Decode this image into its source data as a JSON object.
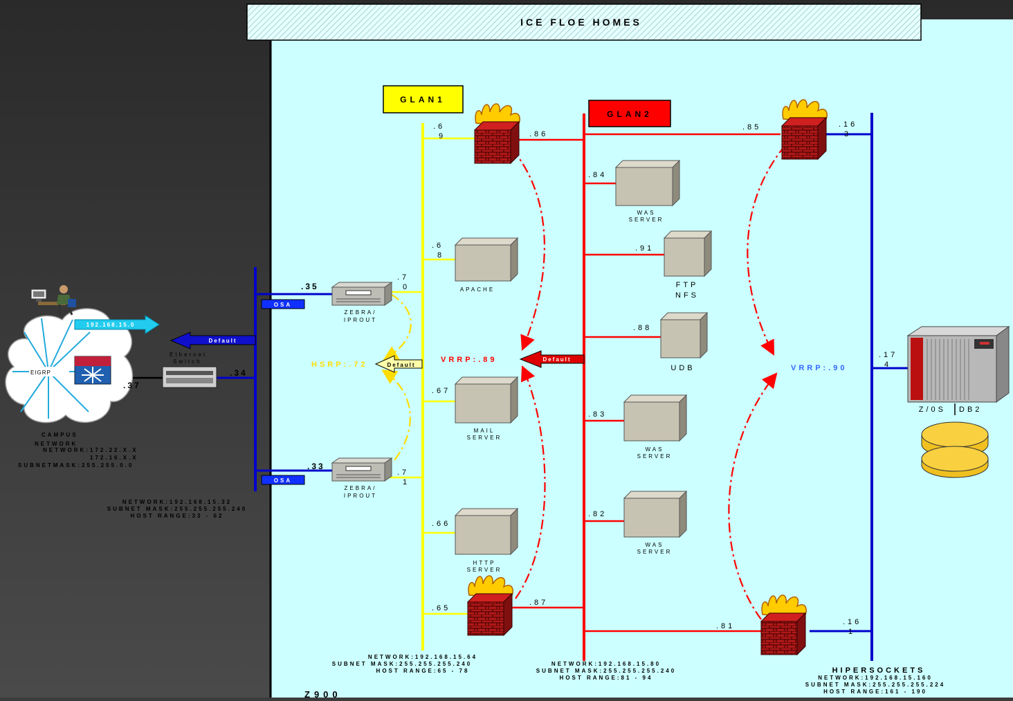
{
  "title": "ICE FLOE HOMES",
  "z900_label": "Z900",
  "glan1": {
    "label": "GLAN1",
    "color": "#ffff00"
  },
  "glan2": {
    "label": "GLAN2",
    "color": "#ff0000"
  },
  "colors": {
    "bg_dark": "#3c3c3c",
    "panel": "#ccffff",
    "osa_blue": "#0000cc",
    "vrrp_blue": "#3366ff",
    "hsrp_yellow": "#ffdd00"
  },
  "campus": {
    "name_line1": "CAMPUS",
    "name_line2": "NETWORK",
    "cloud_label": "EIGRP",
    "arrow_label": "192.168.15.0",
    "network_line1": "NETWORK:172.22.X.X",
    "network_line2": "172.16.X.X",
    "subnet": "SUBNETMASK:255.255.0.0"
  },
  "switch": {
    "label_line1": "Ethernet",
    "label_line2": "Switch",
    "ip": ".34",
    "router_ip": ".37"
  },
  "default_label": "Default",
  "osa_label": "OSA",
  "lan1_net": {
    "line1": "NETWORK:192.168.15.32",
    "line2": "SUBNET MASK:255.255.255.240",
    "line3": "HOST RANGE:33 - 62"
  },
  "zebra_top": {
    "ip_left": ".35",
    "ip_right": ".70",
    "label_line1": "ZEBRA/",
    "label_line2": "IPROUT"
  },
  "zebra_bottom": {
    "ip_left": ".33",
    "ip_right": ".71",
    "label_line1": "ZEBRA/",
    "label_line2": "IPROUT"
  },
  "hsrp_label": "HSRP:.72",
  "vrrp1_label": "VRRP:.89",
  "vrrp2_label": "VRRP:.90",
  "glan1_hosts": {
    "fw_top": ".69",
    "apache": {
      "ip": ".68",
      "label": "APACHE"
    },
    "mail": {
      "ip": ".67",
      "label_line1": "MAIL",
      "label_line2": "SERVER"
    },
    "http": {
      "ip": ".66",
      "label_line1": "HTTP",
      "label_line2": "SERVER"
    },
    "fw_bottom": ".65"
  },
  "glan1_net": {
    "line1": "NETWORK:192.168.15.64",
    "line2": "SUBNET MASK:255.255.255.240",
    "line3": "HOST RANGE:65 - 78"
  },
  "glan2_hosts": {
    "fw_top": ".86",
    "was1": {
      "ip": ".84",
      "label_line1": "WAS",
      "label_line2": "SERVER"
    },
    "ftp": {
      "ip": ".91",
      "label_line1": "FTP",
      "label_line2": "NFS"
    },
    "udb": {
      "ip": ".88",
      "label": "UDB"
    },
    "was2": {
      "ip": ".83",
      "label_line1": "WAS",
      "label_line2": "SERVER"
    },
    "was3": {
      "ip": ".82",
      "label_line1": "WAS",
      "label_line2": "SERVER"
    },
    "fw_bottom": ".87",
    "fw_r_top": ".85",
    "fw_r_bottom": ".81"
  },
  "glan2_net": {
    "line1": "NETWORK:192.168.15.80",
    "line2": "SUBNET MASK:255.255.255.240",
    "line3": "HOST RANGE:81 - 94"
  },
  "hipersockets": {
    "title": "HIPERSOCKETS",
    "fw_top": ".163",
    "fw_bottom": ".161",
    "mainframe": ".174",
    "zos": "Z/0S",
    "db2": "DB2",
    "line1": "NETWORK:192.168.15.160",
    "line2": "SUBNET MASK:255.255.255.224",
    "line3": "HOST RANGE:161 - 190"
  }
}
